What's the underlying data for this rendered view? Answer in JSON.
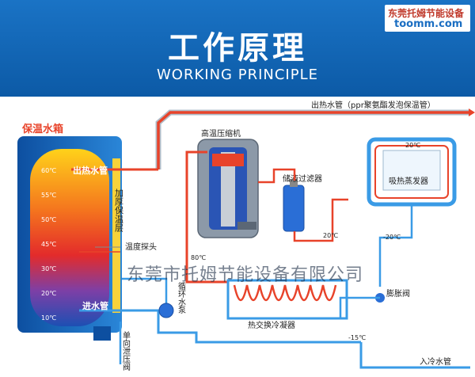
{
  "header": {
    "title": "工作原理",
    "subtitle": "WORKING PRINCIPLE",
    "logo_cn": "东莞托姆节能设备",
    "logo_url": "toomm.com"
  },
  "labels": {
    "outlet_pipe": "出热水管（ppr聚氨酯发泡保温管）",
    "tank": "保温水箱",
    "hot_out": "出热水管",
    "insulation": "加厚保温层",
    "compressor": "高温压缩机",
    "filter": "储液过滤器",
    "evaporator": "吸热蒸发器",
    "temp_probe": "温度探头",
    "water_in": "进水管",
    "pump": "循环水泵",
    "valve": "单向泄压阀",
    "condenser": "热交换冷凝器",
    "expansion": "膨胀阀",
    "cold_in": "入冷水管",
    "watermark": "东莞市托姆节能设备有限公司"
  },
  "temps": {
    "evap_top": "20℃",
    "filter_out": "20℃",
    "comp_out": "80℃",
    "evap_out": "-20℃",
    "cond_out": "-15℃"
  },
  "scale": [
    "60℃",
    "55℃",
    "50℃",
    "45℃",
    "30℃",
    "20℃",
    "10℃"
  ],
  "colors": {
    "hot": "#e8432a",
    "cold": "#3a9be6",
    "header": "#1565c0"
  }
}
